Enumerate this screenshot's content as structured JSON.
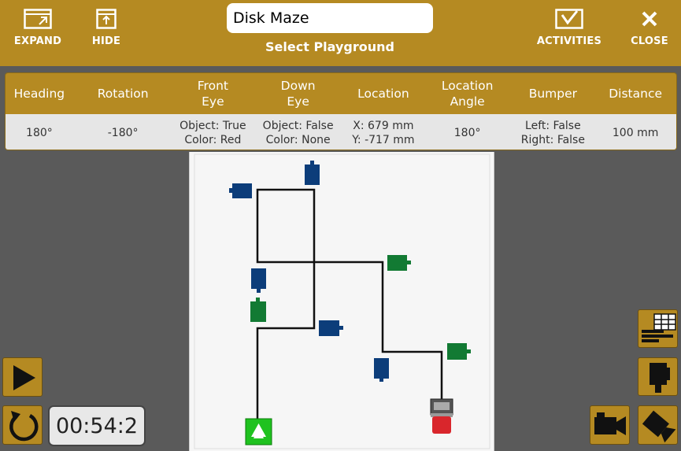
{
  "toolbar": {
    "expand_label": "EXPAND",
    "hide_label": "HIDE",
    "activities_label": "ACTIVITIES",
    "close_label": "CLOSE",
    "title_value": "Disk Maze",
    "subtitle": "Select Playground"
  },
  "sensors": {
    "headers": {
      "heading": "Heading",
      "rotation": "Rotation",
      "front_eye_1": "Front",
      "front_eye_2": "Eye",
      "down_eye_1": "Down",
      "down_eye_2": "Eye",
      "location": "Location",
      "location_angle_1": "Location",
      "location_angle_2": "Angle",
      "bumper": "Bumper",
      "distance": "Distance"
    },
    "values": {
      "heading": "180°",
      "rotation": "-180°",
      "front_eye_1": "Object: True",
      "front_eye_2": "Color: Red",
      "down_eye_1": "Object: False",
      "down_eye_2": "Color: None",
      "location_1": "X: 679 mm",
      "location_2": "Y: -717 mm",
      "location_angle": "180°",
      "bumper_1": "Left: False",
      "bumper_2": "Right: False",
      "distance": "100 mm"
    }
  },
  "timer": "00:54:2",
  "colors": {
    "accent": "#b58a22",
    "blue_disk": "#0c3d7a",
    "green_disk": "#127a33",
    "start_marker": "#1fc21f",
    "robot_red": "#d9262c"
  }
}
